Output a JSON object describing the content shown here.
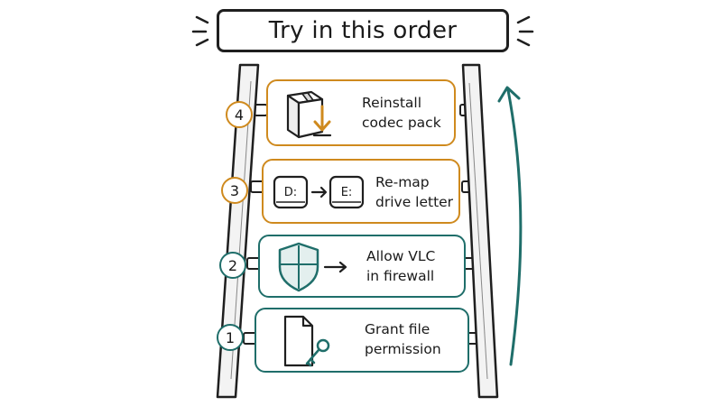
{
  "title": "Try in this order",
  "colors": {
    "ink": "#1f1f1f",
    "amber": "#cf8a1e",
    "teal": "#1f6e6a",
    "rail": "#f3f3f3"
  },
  "steps": [
    {
      "number": "4",
      "line1": "Reinstall",
      "line2": "codec pack",
      "icon": "package-download-icon",
      "tone": "amber"
    },
    {
      "number": "3",
      "line1": "Re-map",
      "line2": "drive letter",
      "icon": "drive-remap-icon",
      "tone": "amber",
      "from_drive": "D:",
      "to_drive": "E:"
    },
    {
      "number": "2",
      "line1": "Allow VLC",
      "line2": "in firewall",
      "icon": "shield-icon",
      "tone": "teal"
    },
    {
      "number": "1",
      "line1": "Grant file",
      "line2": "permission",
      "icon": "file-key-icon",
      "tone": "teal"
    }
  ],
  "progress_arrow": {
    "icon": "up-arrow-icon",
    "tone": "teal"
  }
}
